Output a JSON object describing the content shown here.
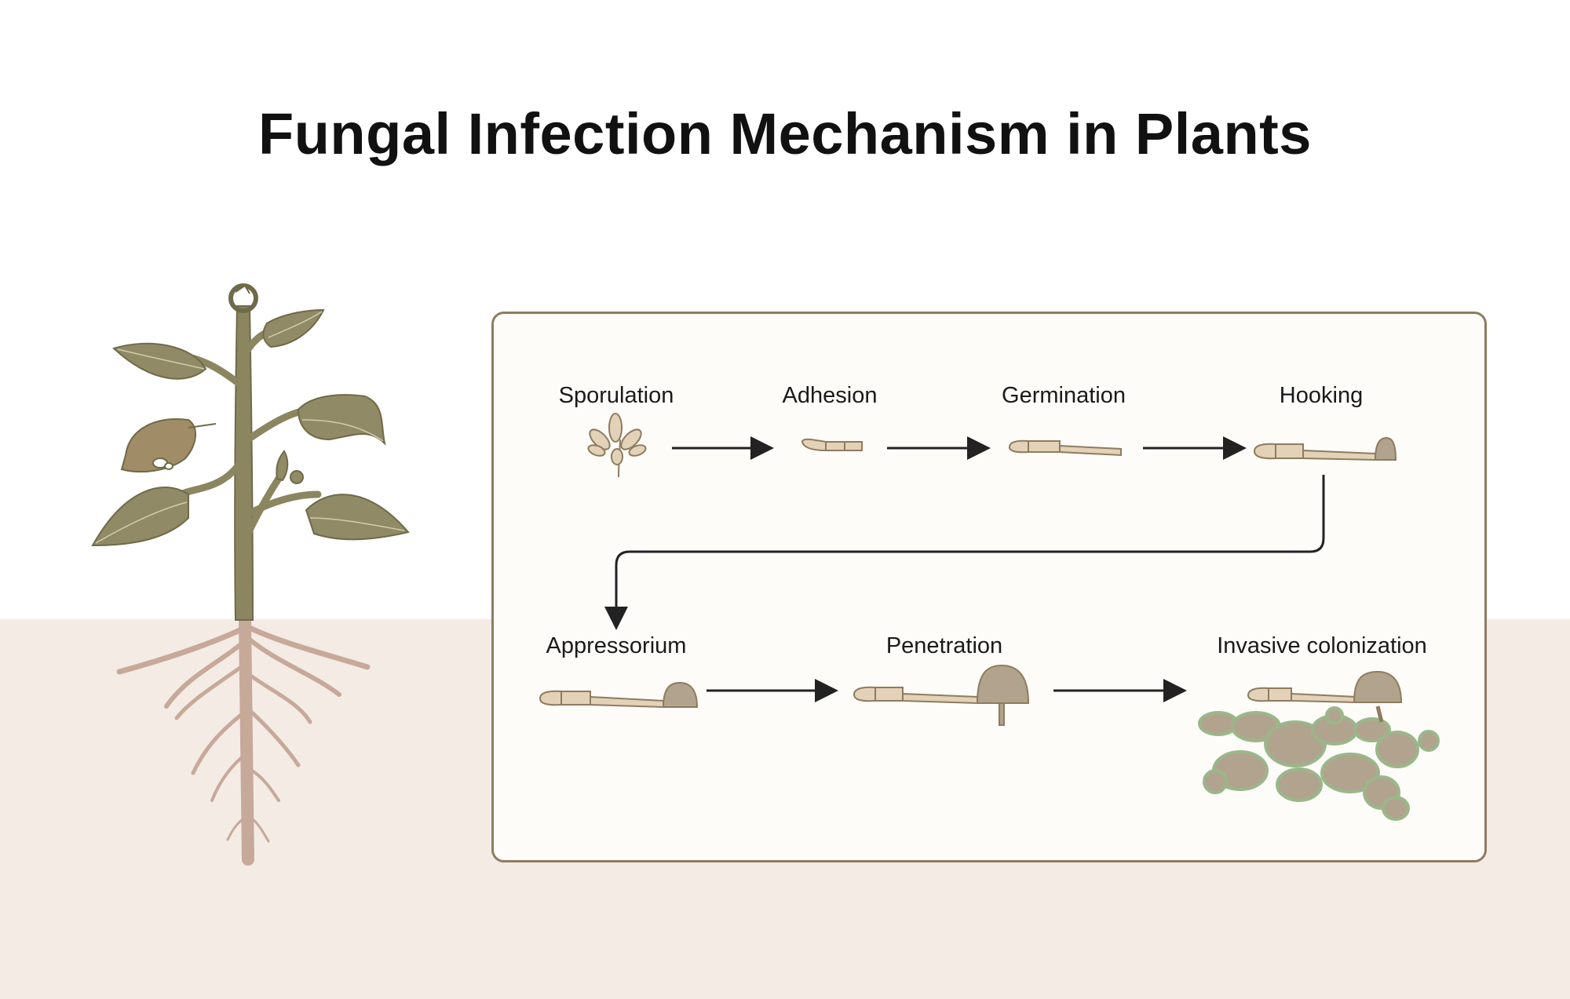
{
  "title": "Fungal Infection Mechanism in Plants",
  "colors": {
    "background": "#ffffff",
    "soil": "#f4ebe5",
    "box_border": "#8e7c5f",
    "box_fill": "#fdfcf9",
    "leaf": "#918a66",
    "stem": "#8b8660",
    "root": "#c7a99a",
    "hypha": "#e3d2b8",
    "fungus_dark": "#b2a38e",
    "colonization_outline": "#9ab78a",
    "arrow": "#222222"
  },
  "stages": [
    {
      "label": "Sporulation"
    },
    {
      "label": "Adhesion"
    },
    {
      "label": "Germination"
    },
    {
      "label": "Hooking"
    },
    {
      "label": "Appressorium"
    },
    {
      "label": "Penetration"
    },
    {
      "label": "Invasive colonization"
    }
  ]
}
